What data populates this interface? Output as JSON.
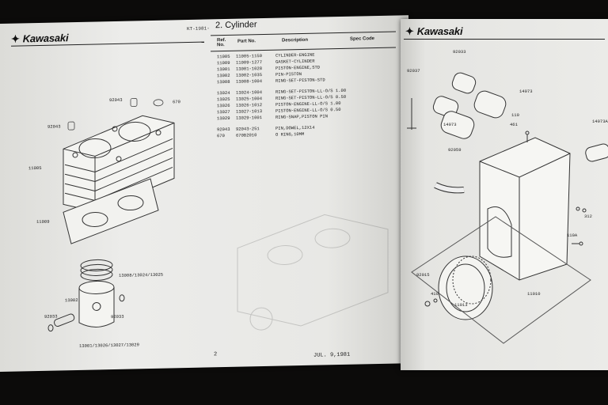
{
  "left_page": {
    "brand": "Kawasaki",
    "brand_mark": "✦",
    "header_code": "KT-1981-",
    "section_title": "2. Cylinder",
    "columns": {
      "ref": "Ref. No.",
      "part": "Part No.",
      "desc": "Description",
      "spec": "Spec Code"
    },
    "rows": [
      {
        "ref": "11005",
        "part": "11005-1150",
        "desc": "CYLINDER-ENGINE"
      },
      {
        "ref": "11009",
        "part": "11009-1277",
        "desc": "GASKET-CYLINDER"
      },
      {
        "ref": "13001",
        "part": "13001-1028",
        "desc": "PISTON-ENGINE,STD"
      },
      {
        "ref": "13002",
        "part": "13002-1035",
        "desc": "PIN-PISTON"
      },
      {
        "ref": "13008",
        "part": "13008-1004",
        "desc": "RING-SET-PISTON-STD"
      },
      {
        "ref": "13024",
        "part": "13024-1004",
        "desc": "RING-SET-PISTON-LL-O/S 1.00"
      },
      {
        "ref": "13025",
        "part": "13025-1004",
        "desc": "RING-SET-PISTON-LL-O/S 0.50"
      },
      {
        "ref": "13026",
        "part": "13026-1012",
        "desc": "PISTON-ENGINE-LL-O/S 1.00"
      },
      {
        "ref": "13027",
        "part": "13027-1013",
        "desc": "PISTON-ENGINE-LL-O/S 0.50"
      },
      {
        "ref": "13029",
        "part": "13029-1001",
        "desc": "RING-SNAP,PISTON PIN"
      },
      {
        "ref": "92043",
        "part": "92043-251",
        "desc": "PIN,DOWEL,12X14"
      },
      {
        "ref": "670",
        "part": "670B2010",
        "desc": "O RING,10MM"
      }
    ],
    "callouts": {
      "c92043": "92043",
      "c670": "670",
      "c11005": "11005",
      "c11009": "11009",
      "c13008": "13008/13024/13025",
      "c13002": "13002",
      "c92033": "92033",
      "c13001": "13001/13026/13027/13029"
    },
    "page_number": "2",
    "date": "JUL. 9,1981"
  },
  "right_page": {
    "brand": "Kawasaki",
    "brand_mark": "✦",
    "callouts": {
      "c92037": "92037",
      "c92033": "92033",
      "c14073": "14073",
      "c14073b": "14073",
      "c14073c": "14073A",
      "c92059": "92059",
      "c110": "110",
      "c461": "461",
      "c92015": "92015",
      "c410": "410",
      "c11013": "11013",
      "c11010": "11010",
      "c110a": "110A",
      "c312": "312"
    }
  }
}
